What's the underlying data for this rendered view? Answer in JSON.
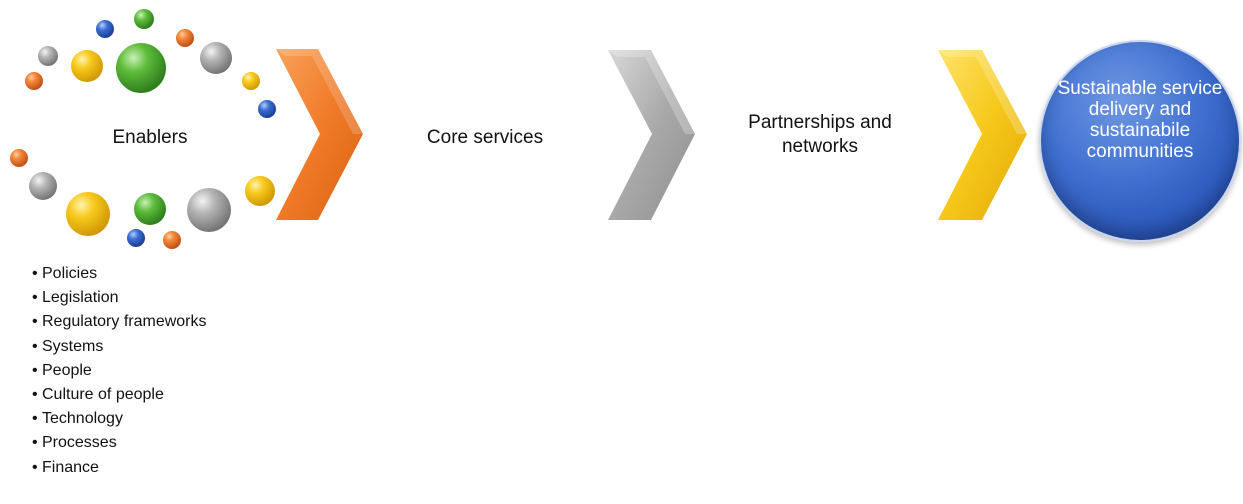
{
  "stages": {
    "enablers": "Enablers",
    "core_services": "Core services",
    "partnerships": "Partnerships and networks",
    "outcome": "Sustainable service delivery and sustainabile communities"
  },
  "enabler_list": {
    "bullet": "•",
    "items": [
      "Policies",
      "Legislation",
      "Regulatory frameworks",
      "Systems",
      "People",
      "Culture of people",
      "Technology",
      "Processes",
      "Finance"
    ]
  },
  "colors": {
    "orange": "#f07a28",
    "grey": "#a7a7a7",
    "yellow": "#f6c81a",
    "green": "#54b435",
    "blue": "#2f63cf",
    "outcome_blue": "#3a69cc"
  }
}
